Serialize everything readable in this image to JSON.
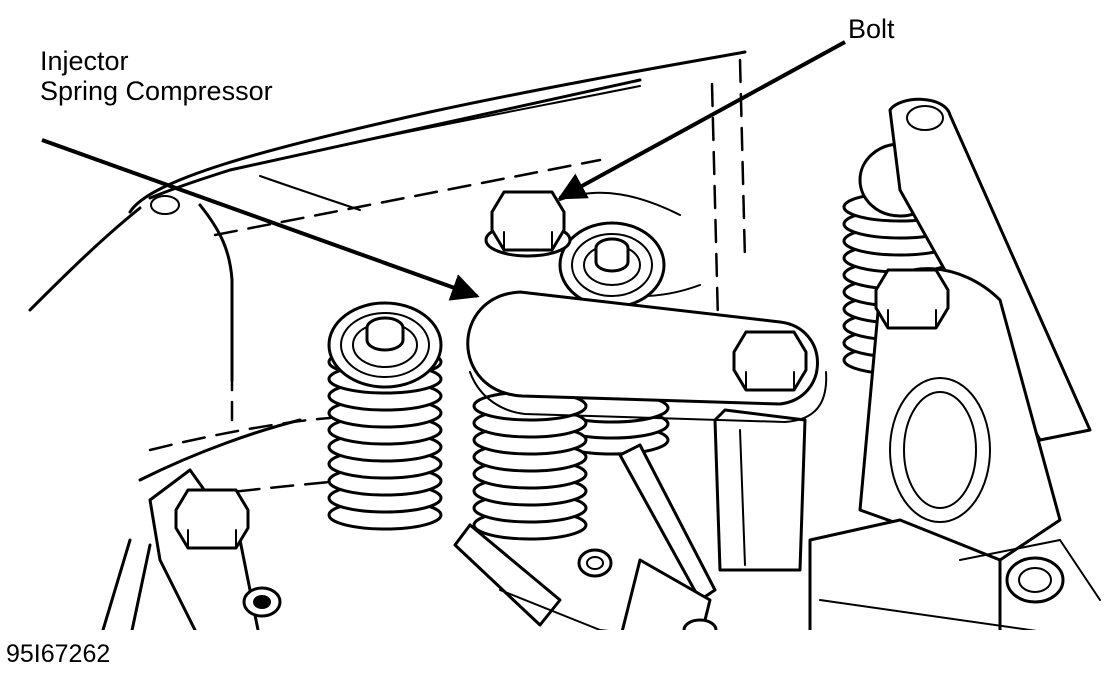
{
  "labels": {
    "injector_line1": "Injector",
    "injector_line2": "Spring Compressor",
    "bolt": "Bolt"
  },
  "figure_id": "95I67262"
}
